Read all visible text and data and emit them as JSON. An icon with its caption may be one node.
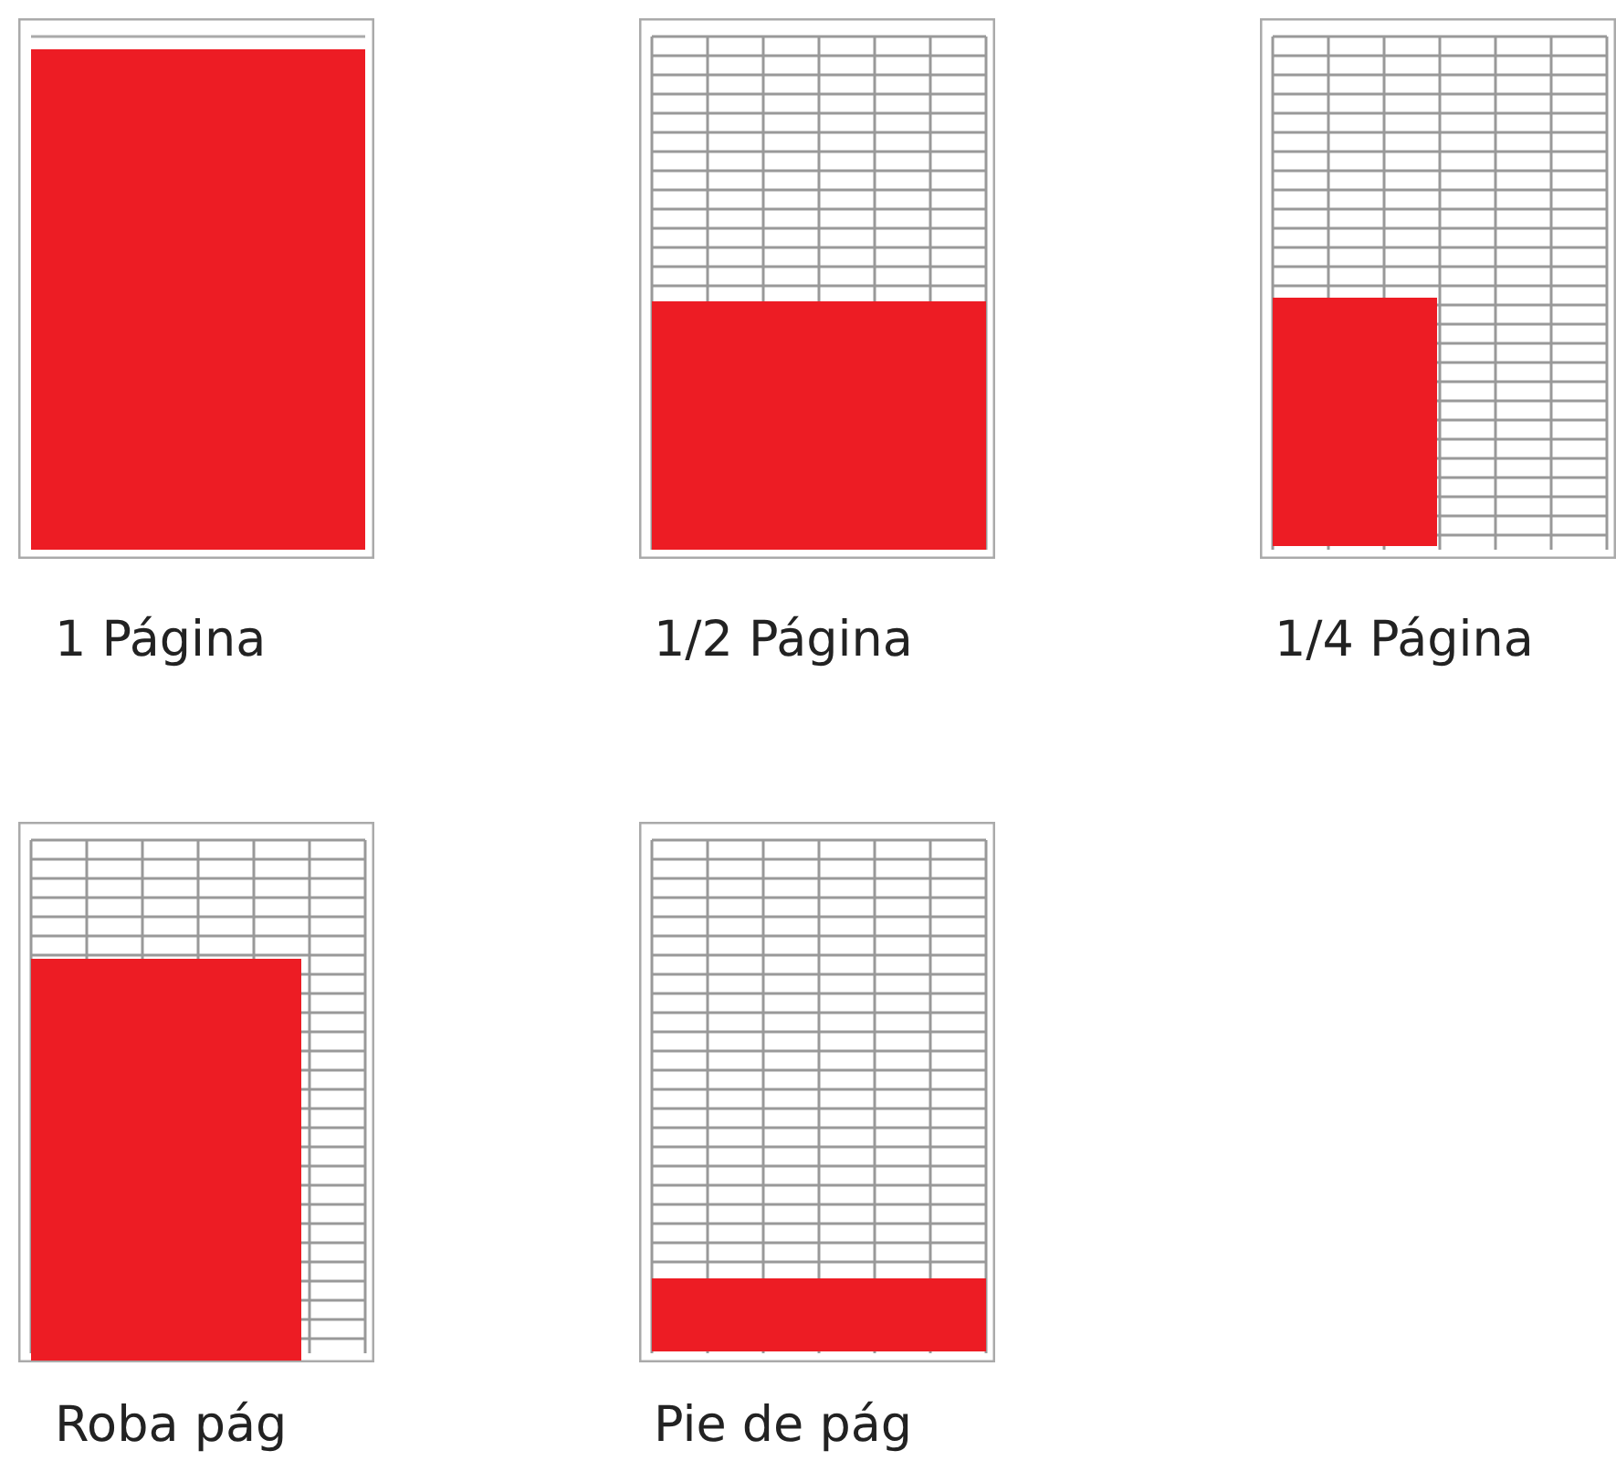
{
  "diagram": {
    "nodes": [
      {
        "text": [
          "1 Página"
        ]
      },
      {
        "text": [
          "1/2 Página"
        ]
      },
      {
        "text": [
          "1/4 Página"
        ]
      },
      {
        "text": [
          "Roba pág"
        ]
      },
      {
        "text": [
          "Pie de pág"
        ]
      }
    ]
  }
}
